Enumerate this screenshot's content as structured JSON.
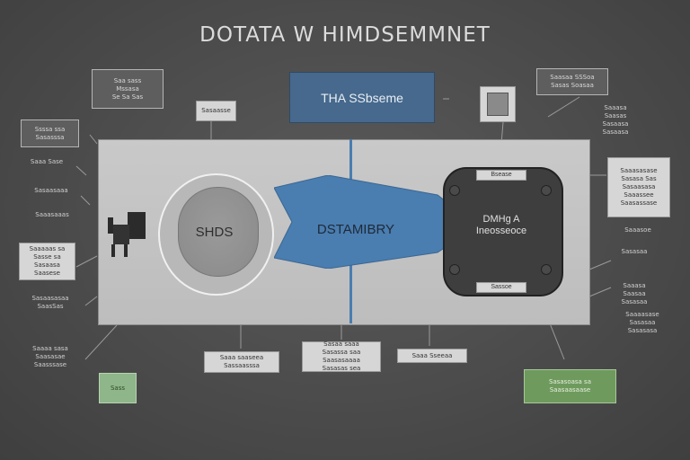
{
  "title": "DOTATA  W HIMDSEMMNET",
  "header_box": "THA SSbseme",
  "left_oval_label": "SHDS",
  "center_label": "DSTAMIBRY",
  "device": {
    "label_line1": "DMHg A",
    "label_line2": "Ineosseoce",
    "top_tab": "Bsease",
    "bottom_tab": "Sassoe"
  },
  "boxes": {
    "top_left_dark": "Saa sass\nMssasa\nSe Sa Sas",
    "top_left_small": "Sasaasse",
    "left_dark": "Ssssa ssa\nSasasssa",
    "left_light_1": "Saaaaas sa\nSasse sa\nSasaasa\nSaasese",
    "left_green": "Sass",
    "top_right_icon": "",
    "top_right_dark": "Saasaa SSSoa\nSasas Soasaa",
    "right_light": "Saaasasase\nSasasa Sas\nSasaasasa\nSaaassee\nSaasassase",
    "bottom_mid_1": "Saaa saaseea\nSassaasssa",
    "bottom_mid_2": "Sasaa saaa\nSasassa saa\nSaasasaaaa\nSasasas sea",
    "bottom_mid_3": "Saaa Sseeaa",
    "right_green": "Sasasoasa sa\nSaasaasaase"
  },
  "notes": {
    "left_1": "Saaa Sase",
    "left_2": "Sasaasaaa",
    "left_3": "Saaasaaas",
    "left_4": "Sasaasasaa\nSaasSas",
    "left_5": "Saaaa sasa\nSaasasae\nSaasssase",
    "right_1": "Saaasa\nSaasas\nSasaasa\nSasaasa",
    "right_2": "Saaasoe",
    "right_3": "Sasasaa",
    "right_4": "Saaasa\nSaasaa\nSasasaa",
    "right_5": "Saaaasase\nSasasaa\nSasasasa"
  }
}
